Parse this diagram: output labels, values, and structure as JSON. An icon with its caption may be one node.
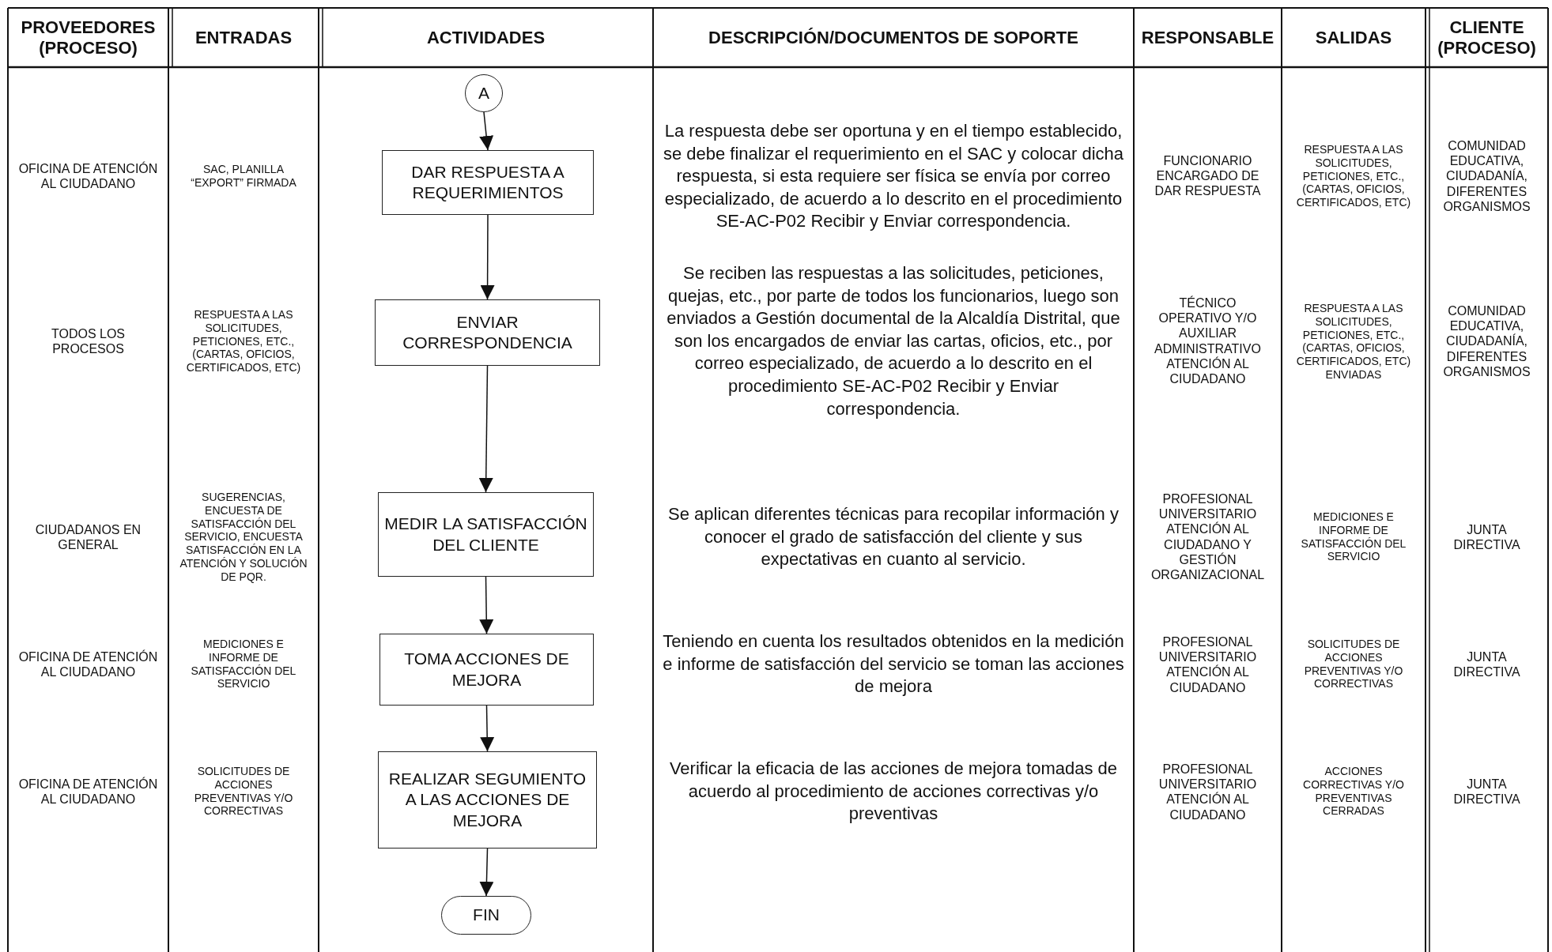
{
  "diagram": {
    "nodes": [
      {
        "text": [
          "A"
        ]
      },
      {
        "text": [
          "DAR RESPUESTA A REQUERIMIENTOS"
        ]
      },
      {
        "text": [
          "ENVIAR CORRESPONDENCIA"
        ]
      },
      {
        "text": [
          "MEDIR LA SATISFACCIÓN DEL CLIENTE"
        ]
      },
      {
        "text": [
          "TOMA ACCIONES DE MEJORA"
        ]
      },
      {
        "text": [
          "REALIZAR SEGUMIENTO A LAS ACCIONES DE MEJORA"
        ]
      },
      {
        "text": [
          "FIN"
        ]
      }
    ],
    "edges": [
      {
        "from": 0,
        "to": 1,
        "arrow": "to"
      },
      {
        "from": 1,
        "to": 2,
        "arrow": "to"
      },
      {
        "from": 2,
        "to": 3,
        "arrow": "to"
      },
      {
        "from": 3,
        "to": 4,
        "arrow": "to"
      },
      {
        "from": 4,
        "to": 5,
        "arrow": "to"
      },
      {
        "from": 5,
        "to": 6,
        "arrow": "to"
      }
    ],
    "labels": [
      "PROVEEDORES (PROCESO)",
      "ENTRADAS",
      "ACTIVIDADES",
      "DESCRIPCIÓN/DOCUMENTOS DE SOPORTE",
      "RESPONSABLE",
      "SALIDAS",
      "CLIENTE (PROCESO)",
      "OFICINA DE ATENCIÓN AL CIUDADANO",
      "SAC, PLANILLA “EXPORT” FIRMADA",
      "La respuesta debe ser oportuna y en el tiempo establecido, se debe finalizar el requerimiento en el SAC y colocar dicha respuesta, si esta requiere ser física se envía por correo especializado, de acuerdo a lo descrito en el procedimiento SE-AC-P02 Recibir y Enviar correspondencia.",
      "FUNCIONARIO ENCARGADO DE DAR RESPUESTA",
      "RESPUESTA A LAS SOLICITUDES, PETICIONES, ETC., (CARTAS, OFICIOS, CERTIFICADOS, ETC)",
      "COMUNIDAD EDUCATIVA, CIUDADANÍA, DIFERENTES ORGANISMOS",
      "TODOS LOS PROCESOS",
      "RESPUESTA A LAS SOLICITUDES, PETICIONES, ETC., (CARTAS, OFICIOS, CERTIFICADOS, ETC)",
      "Se reciben las respuestas a las solicitudes, peticiones, quejas, etc., por parte de todos los funcionarios, luego son enviados a Gestión documental de la Alcaldía Distrital, que son los encargados de enviar las cartas, oficios, etc., por correo especializado, de acuerdo a lo descrito en el procedimiento SE-AC-P02 Recibir y Enviar correspondencia.",
      "TÉCNICO OPERATIVO Y/O AUXILIAR ADMINISTRATIVO ATENCIÓN AL CIUDADANO",
      "RESPUESTA A LAS SOLICITUDES, PETICIONES, ETC., (CARTAS, OFICIOS, CERTIFICADOS, ETC) ENVIADAS",
      "COMUNIDAD EDUCATIVA, CIUDADANÍA, DIFERENTES ORGANISMOS",
      "CIUDADANOS EN GENERAL",
      "SUGERENCIAS, ENCUESTA DE SATISFACCIÓN DEL SERVICIO, ENCUESTA SATISFACCIÓN EN LA ATENCIÓN Y SOLUCIÓN DE PQR.",
      "Se aplican diferentes técnicas para recopilar información y conocer el grado de satisfacción del cliente y sus expectativas en cuanto al servicio.",
      "PROFESIONAL UNIVERSITARIO ATENCIÓN AL CIUDADANO Y GESTIÓN ORGANIZACIONAL",
      "MEDICIONES E INFORME DE SATISFACCIÓN DEL SERVICIO",
      "JUNTA DIRECTIVA",
      "OFICINA DE ATENCIÓN AL CIUDADANO",
      "MEDICIONES E INFORME DE SATISFACCIÓN DEL SERVICIO",
      "Teniendo en cuenta los resultados obtenidos en la medición e informe de satisfacción del servicio se toman las acciones de mejora",
      "PROFESIONAL UNIVERSITARIO ATENCIÓN AL CIUDADANO",
      "SOLICITUDES DE ACCIONES PREVENTIVAS Y/O CORRECTIVAS",
      "JUNTA DIRECTIVA",
      "OFICINA DE ATENCIÓN AL CIUDADANO",
      "SOLICITUDES DE ACCIONES PREVENTIVAS Y/O CORRECTIVAS",
      "Verificar la eficacia de las acciones de mejora tomadas de acuerdo al procedimiento de acciones correctivas y/o preventivas",
      "PROFESIONAL UNIVERSITARIO ATENCIÓN AL CIUDADANO",
      "ACCIONES CORRECTIVAS Y/O PREVENTIVAS CERRADAS",
      "JUNTA DIRECTIVA"
    ]
  }
}
